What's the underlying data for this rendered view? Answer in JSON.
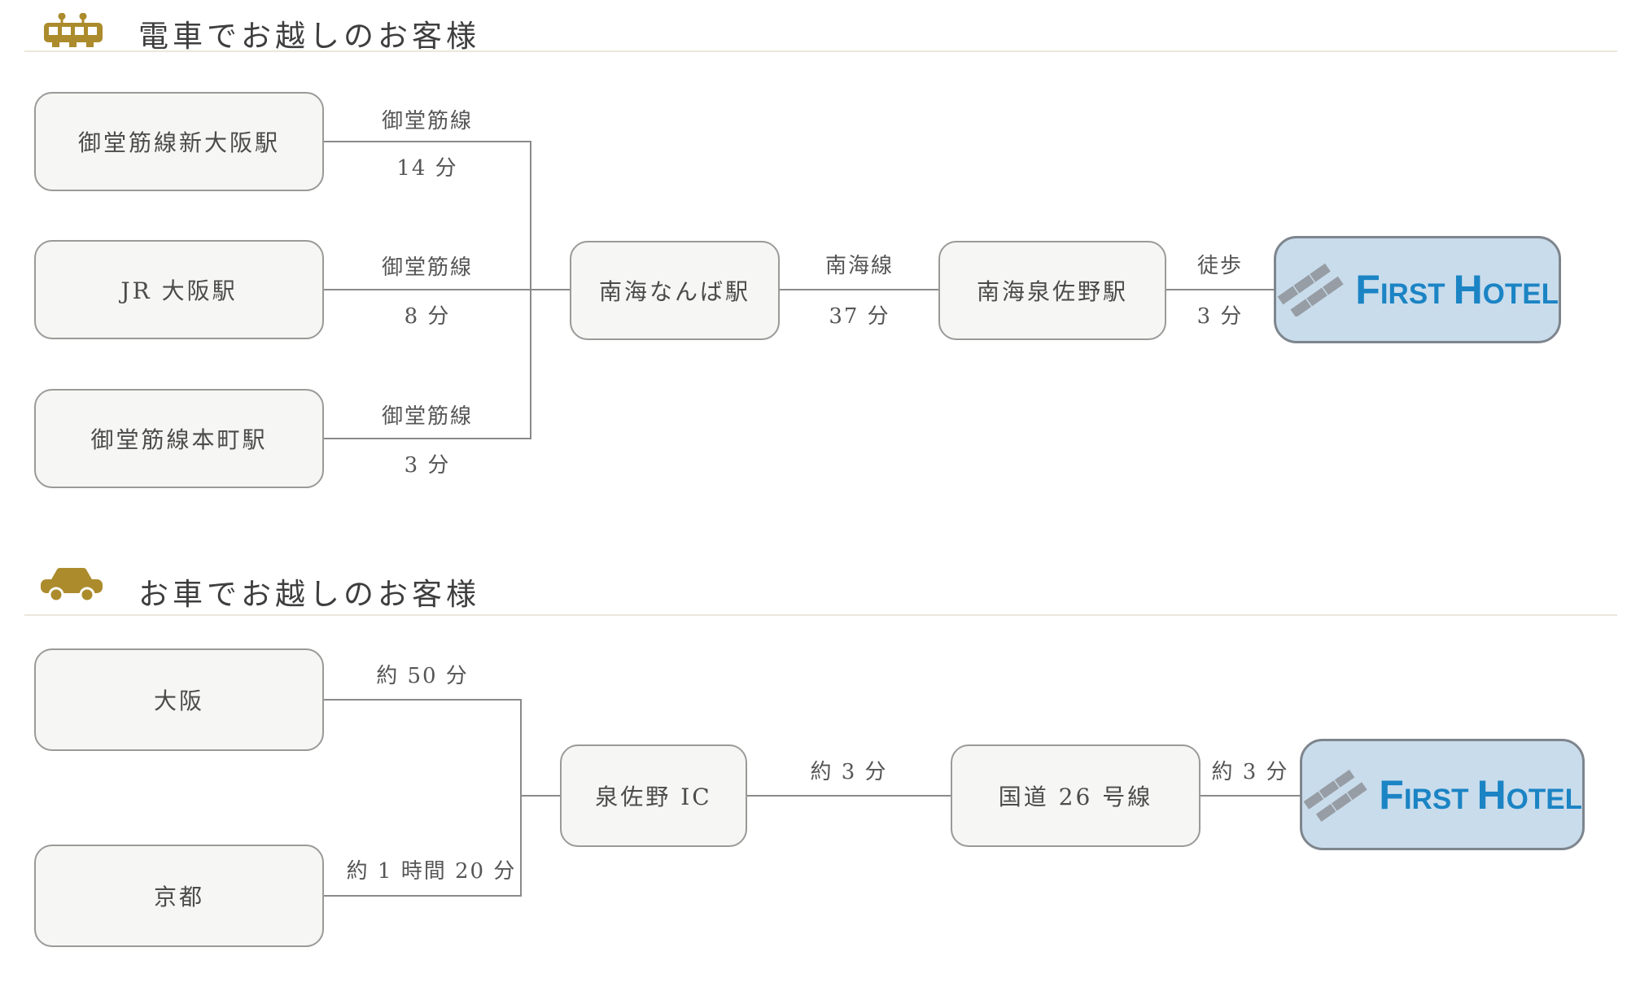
{
  "train": {
    "title": "電車でお越しのお客様",
    "origins": [
      {
        "name": "御堂筋線新大阪駅",
        "line": "御堂筋線",
        "time": "14 分"
      },
      {
        "name": "JR 大阪駅",
        "line": "御堂筋線",
        "time": "8 分"
      },
      {
        "name": "御堂筋線本町駅",
        "line": "御堂筋線",
        "time": "3 分"
      }
    ],
    "hub": "南海なんば駅",
    "leg1": {
      "line": "南海線",
      "time": "37 分"
    },
    "station2": "南海泉佐野駅",
    "leg2": {
      "line": "徒歩",
      "time": "3 分"
    }
  },
  "car": {
    "title": "お車でお越しのお客様",
    "origins": [
      {
        "name": "大阪",
        "time": "約 50 分"
      },
      {
        "name": "京都",
        "time": "約 1 時間 20 分"
      }
    ],
    "node1": "泉佐野 IC",
    "leg1_time": "約 3 分",
    "node2": "国道 26 号線",
    "leg2_time": "約 3 分"
  },
  "hotel_logo": {
    "word1": "FIRST",
    "word2": "HOTEL"
  },
  "colors": {
    "accent_gold": "#ab8b2c",
    "hotel_bg": "#c9dcec",
    "logo_blue": "#1b84c4",
    "logo_mark_gray": "#979da4",
    "line_gray": "#8a8a8a"
  }
}
